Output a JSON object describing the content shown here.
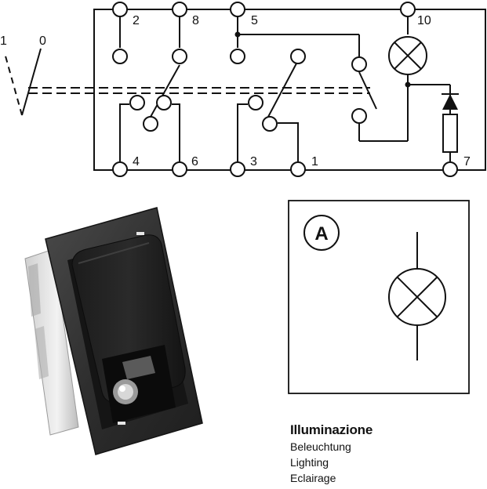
{
  "schematic": {
    "handle_positions": [
      "1",
      "0"
    ],
    "terminals": [
      "2",
      "8",
      "5",
      "10",
      "4",
      "6",
      "3",
      "1",
      "7"
    ]
  },
  "legend": {
    "badge": "A",
    "icon": "lamp-symbol-icon"
  },
  "product": {
    "icon": "rocker-switch-photo"
  },
  "caption": {
    "title": "Illuminazione",
    "lines": [
      "Beleuchtung",
      "Lighting",
      "Eclairage"
    ]
  }
}
